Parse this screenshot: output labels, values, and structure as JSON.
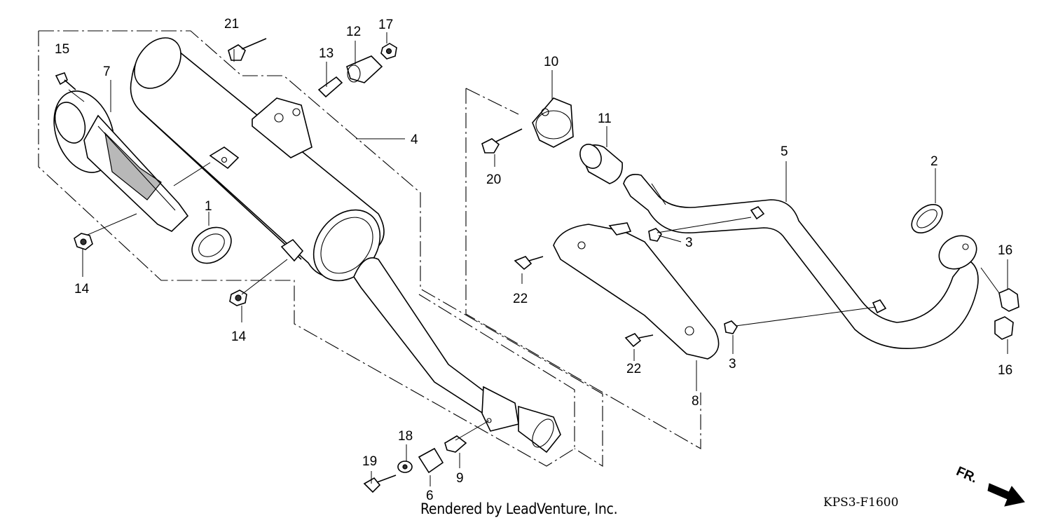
{
  "diagram": {
    "caption": "Rendered by LeadVenture, Inc.",
    "code": "KPS3-F1600",
    "direction_label": "FR.",
    "callouts": {
      "p1": "1",
      "p2": "2",
      "p3a": "3",
      "p3b": "3",
      "p4": "4",
      "p5": "5",
      "p6": "6",
      "p7": "7",
      "p8": "8",
      "p9": "9",
      "p10": "10",
      "p11": "11",
      "p12": "12",
      "p13": "13",
      "p14a": "14",
      "p14b": "14",
      "p15": "15",
      "p16a": "16",
      "p16b": "16",
      "p17": "17",
      "p18": "18",
      "p19": "19",
      "p20": "20",
      "p21": "21",
      "p22a": "22",
      "p22b": "22"
    }
  }
}
